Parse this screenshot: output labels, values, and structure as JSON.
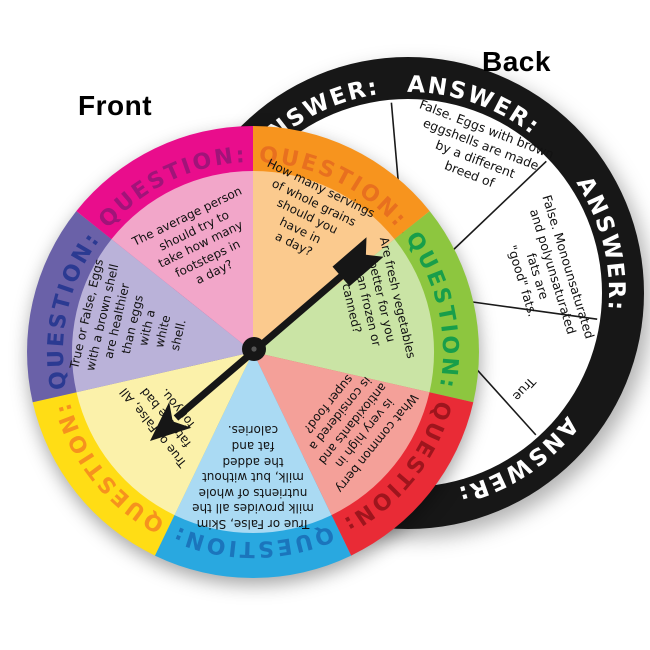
{
  "product_labels": {
    "front": "Front",
    "back": "Back"
  },
  "front_wheel": {
    "ring_label": "QUESTION:",
    "spinner_color": "#161616",
    "segments": [
      {
        "id": "orange",
        "ring_color": "#F7941E",
        "fill_color": "#FBCA8E",
        "label_color": "#E8701F",
        "question": "How many servings\nof whole grains\nshould you\nhave in\na day?"
      },
      {
        "id": "green",
        "ring_color": "#8DC63F",
        "fill_color": "#CAE4A5",
        "label_color": "#189E4A",
        "question": "Are fresh vegetables\nbetter for you\nthan frozen or\ncanned?"
      },
      {
        "id": "red",
        "ring_color": "#E92B36",
        "fill_color": "#F4A099",
        "label_color": "#9E151D",
        "question": "What common berry\nis very high in\nantioxidants and\nis considered a\nsuper food?"
      },
      {
        "id": "blue",
        "ring_color": "#29A8E0",
        "fill_color": "#AADAF3",
        "label_color": "#1B75BC",
        "question": "True or False, Skim\nmilk provides all the\nnutrients of whole\nmilk, but without\nthe added\nfat and\ncalories."
      },
      {
        "id": "yellow",
        "ring_color": "#FFDD15",
        "fill_color": "#FBF1AA",
        "label_color": "#F6921E",
        "question": "True or False, All\nfats are bad\nfor you."
      },
      {
        "id": "purple",
        "ring_color": "#6A61A8",
        "fill_color": "#BAB2D9",
        "label_color": "#2B3A92",
        "question": "True or False, Eggs\nwith a brown shell\nare healthier\nthan eggs\nwith a\nwhite\nshell."
      },
      {
        "id": "magenta",
        "ring_color": "#E90D8C",
        "fill_color": "#F2A6C9",
        "label_color": "#A01479",
        "question": "The average person\nshould try to\ntake how many\nfootsteps in\na day?"
      }
    ]
  },
  "back_wheel": {
    "ring_label": "ANSWER:",
    "ring_color": "#171717",
    "face_color": "#FFFFFF",
    "divider_color": "#1A1A1A",
    "answers": [
      {
        "text": "False. Eggs with brown\neggshells are made\nby a different\nbreed of"
      },
      {
        "text": "False. Monounsaturated\nand polyunsaturated\nfats are\n\"good\" fats."
      },
      {
        "text": "True"
      }
    ]
  }
}
